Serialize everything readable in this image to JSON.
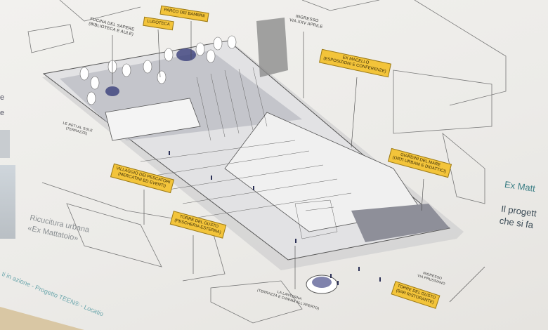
{
  "labels": {
    "parco_bambini": "PARCO DEI BAMBINI",
    "ludoteca": "LUDOTECA",
    "fucina_title": "FUCINA DEL SAPERE",
    "fucina_sub": "(BIBLIOTECA E AULE)",
    "ingresso_xxv_title": "INGRESSO",
    "ingresso_xxv_sub": "VIA XXV APRILE",
    "ex_macello_title": "EX MACELLO",
    "ex_macello_sub": "(ESPOSIZIONI E CONFERENZE)",
    "giardini_title": "GIARDINI DEL MARE",
    "giardini_sub": "(ORTI URBANI E DIDATTICI)",
    "reti_title": "LE RETI AL SOLE",
    "reti_sub": "(TERRAZZE)",
    "villaggio_title": "VILLAGGIO DEI PESCATORI",
    "villaggio_sub": "(MERCATINI ED EVENTI)",
    "torre_pesc_title": "TORRE DEL GUSTO",
    "torre_pesc_sub": "(PESCHERIA ESTERNA)",
    "lanterna_title": "LA LANTERNA",
    "lanterna_sub": "(TERRAZZA E CINEMA ALL'APERTO)",
    "ingresso_pr_title": "INGRESSO",
    "ingresso_pr_sub": "VIA PRUSSIANO",
    "torre_bar_title": "TORRE DEL GUSTO",
    "torre_bar_sub": "(BAR RISTORANTE)"
  },
  "panel": {
    "title": "Ex Matt",
    "body_line1": "Il progett",
    "body_line2": "che si fa"
  },
  "caption": {
    "line1": "Ricucitura urbana",
    "line2": "«Ex Mattatoio»",
    "left_e1": "e",
    "left_e2": "e"
  },
  "footer": "ti in azione - Progetto TEEN® - Locatio",
  "colors": {
    "tag": "#f3c43a",
    "teal": "#3d7f86",
    "ink": "#2a2f55"
  }
}
